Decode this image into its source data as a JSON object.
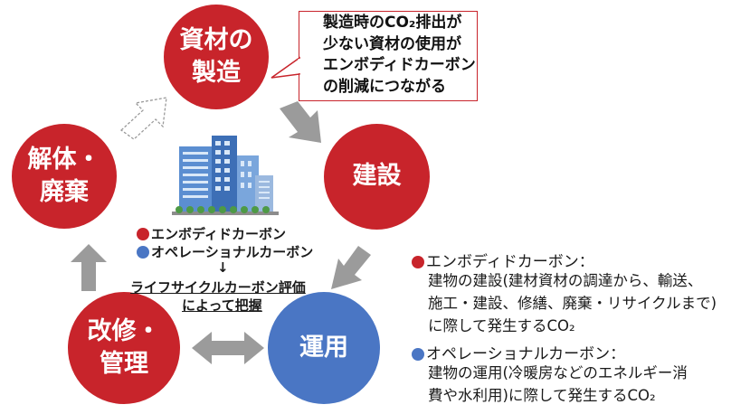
{
  "cycle": {
    "materials": "資材の\n製造",
    "construction": "建設",
    "operation": "運用",
    "renovation": "改修・\n管理",
    "demolition": "解体・\n廃棄"
  },
  "callout": "製造時のCO₂排出が\n少ない資材の使用が\nエンボディドカーボン\nの削減につながる",
  "center": {
    "embodied": "エンボディドカーボン",
    "operational": "オペレーショナルカーボン",
    "down_arrow": "↓",
    "lca_line1": "ライフサイクルカーボン評価",
    "lca_line2": "によって把握"
  },
  "definitions": {
    "embodied_title": "エンボディドカーボン：",
    "embodied_body": "建物の建設(建材資材の調達から、輸送、\n施工・建設、修繕、廃棄・リサイクルまで)\nに際して発生するCO₂",
    "operational_title": "オペレーショナルカーボン：",
    "operational_body": "建物の運用(冷暖房などのエネルギー消\n費や水利用)に際して発生するCO₂"
  },
  "colors": {
    "red": "#c8242b",
    "blue": "#4a76c4",
    "arrow_gray": "#9b9b9b"
  },
  "icons": [
    "building-icon",
    "arrow-icon"
  ]
}
